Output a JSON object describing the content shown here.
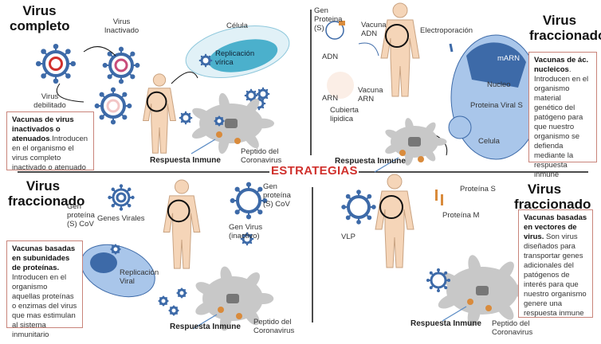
{
  "strategies_label": "ESTRATEGIAS",
  "colors": {
    "accent_red": "#d0312d",
    "virus_blue": "#3d6aa8",
    "cell_blue": "#a9c6ea",
    "skin": "#f5d5b8",
    "box_border": "#c9847a"
  },
  "q1": {
    "title": "Virus completo",
    "inactivated": "Virus Inactivado",
    "cell": "Célula",
    "replication": "Replicación vírica",
    "weakened": "Virus debilitado",
    "box_bold": "Vacunas de virus inactivados o atenuados",
    "box_text": ".Introducen en el organismo el virus completo inactivado o atenuado",
    "immune": "Respuesta Inmune",
    "peptide": "Peptido del Coronavirus"
  },
  "q2": {
    "title": "Virus fraccionado",
    "gene_protein": "Gen Proteina (S)",
    "dna_vaccine": "Vacuna ADN",
    "dna": "ADN",
    "electroporation": "Electroporación",
    "rna": "ARN",
    "rna_vaccine": "Vacuna ARN",
    "lipid": "Cubierta lipidica",
    "mrna": "mARN",
    "nucleus": "Nucleo",
    "viral_protein": "Proteina Viral S",
    "cell": "Celula",
    "box_bold": "Vacunas de ác. nucleicos",
    "box_text": ". Introducen en el organismo material genético del patógeno para que nuestro organismo se defienda mediante la respuesta inmune",
    "immune": "Respuesta Inmune"
  },
  "q3": {
    "title": "Virus fraccionado",
    "gene_protein": "Gen proteína (S) CoV",
    "viral_genes": "Genes Virales",
    "gene_protein_2": "Gen proteína (S) CoV",
    "gene_virus": "Gen Virus (inactivo)",
    "replication": "Replicación Viral",
    "box_bold": "Vacunas basadas en subunidades de proteínas.",
    "box_text": " Introducen en el organismo aquellas proteínas o enzimas del virus que mas estimulan al sistema inmunitario",
    "immune": "Respuesta Inmune",
    "peptide": "Peptido del Coronavirus"
  },
  "q4": {
    "title": "Virus fraccionado",
    "protein_s": "Proteína S",
    "protein_m": "Proteína M",
    "vlp": "VLP",
    "box_bold": "Vacunas basadas en vectores de virus.",
    "box_text": " Son virus diseñados para transportar genes adicionales del patógenos de interés para que nuestro organismo genere una respuesta inmune",
    "immune": "Respuesta Inmune",
    "peptide": "Peptido del Coronavirus"
  }
}
